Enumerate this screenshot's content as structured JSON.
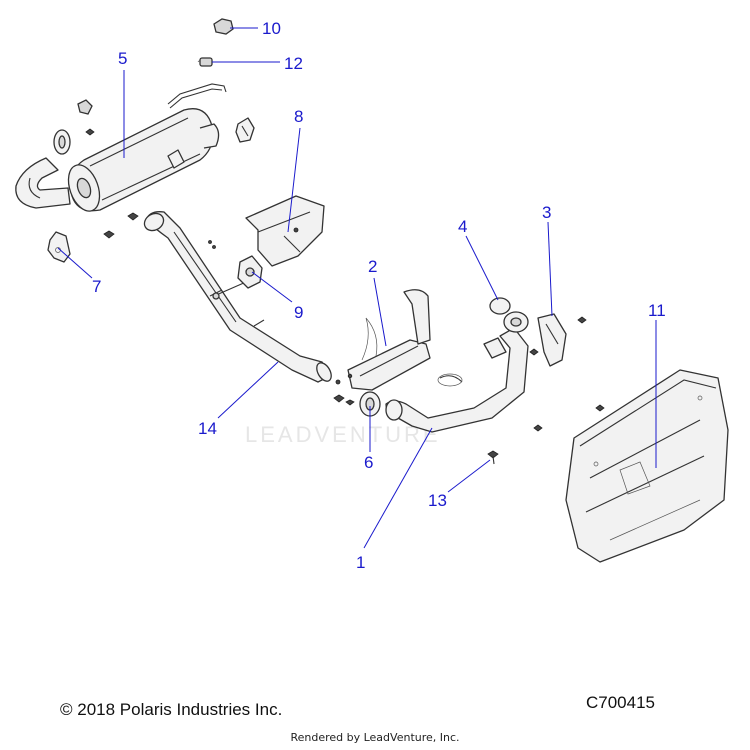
{
  "callouts": [
    {
      "id": "1",
      "label": "1",
      "part": "head-pipe"
    },
    {
      "id": "2",
      "label": "2",
      "part": "heat-shield-small"
    },
    {
      "id": "3",
      "label": "3",
      "part": "heat-shield-bracket"
    },
    {
      "id": "4",
      "label": "4",
      "part": "gasket-clamp"
    },
    {
      "id": "5",
      "label": "5",
      "part": "muffler"
    },
    {
      "id": "6",
      "label": "6",
      "part": "pipe-gasket"
    },
    {
      "id": "7",
      "label": "7",
      "part": "muffler-bracket"
    },
    {
      "id": "8",
      "label": "8",
      "part": "mounting-bracket"
    },
    {
      "id": "9",
      "label": "9",
      "part": "isolator-mount"
    },
    {
      "id": "10",
      "label": "10",
      "part": "nut"
    },
    {
      "id": "11",
      "label": "11",
      "part": "large-heat-shield"
    },
    {
      "id": "12",
      "label": "12",
      "part": "spring"
    },
    {
      "id": "13",
      "label": "13",
      "part": "bolt"
    },
    {
      "id": "14",
      "label": "14",
      "part": "mid-pipe"
    }
  ],
  "footer": {
    "copyright": "© 2018 Polaris Industries Inc.",
    "drawing_id": "C700415",
    "rendered_by": "Rendered by LeadVenture, Inc."
  },
  "watermark": "LEADVENTURE",
  "colors": {
    "callout": "#1a1acc",
    "line": "#333333"
  }
}
